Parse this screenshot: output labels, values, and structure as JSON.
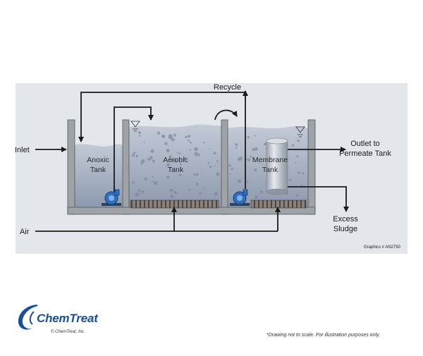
{
  "diagram": {
    "labels": {
      "inlet": "Inlet",
      "recycle": "Recycle",
      "outlet_line1": "Outlet to",
      "outlet_line2": "Permeate Tank",
      "excess_line1": "Excess",
      "excess_line2": "Sludge",
      "air": "Air",
      "graphics_id": "Graphics # AN2750"
    },
    "tanks": [
      {
        "line1": "Anoxic",
        "line2": "Tank"
      },
      {
        "line1": "Aerobic",
        "line2": "Tank"
      },
      {
        "line1": "Membrane",
        "line2": "Tank"
      }
    ],
    "colors": {
      "panel": "#e3e6ea",
      "water": "#aab4c4",
      "water_dark": "#8e9bb0",
      "wall": "#9ea3a8",
      "line": "#1a1a1a",
      "pump": "#2f6fbf",
      "diffuser": "#6b625c"
    }
  },
  "footer": {
    "brand": "ChemTreat",
    "copyright": "© ChemTreat, Inc.",
    "note": "*Drawing not to scale. For illustration purposes only."
  }
}
